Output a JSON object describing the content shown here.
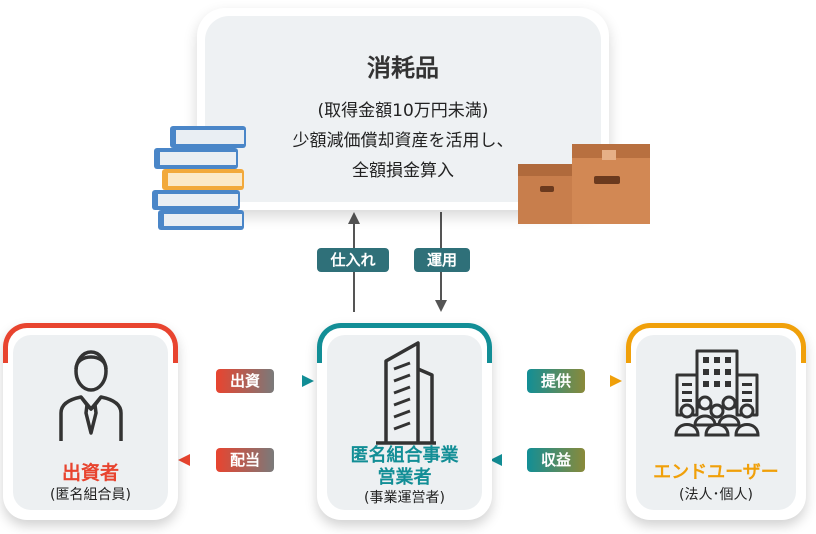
{
  "consumables": {
    "title": "消耗品",
    "lines": [
      "(取得金額10万円未満)",
      "少額減価償却資産を活用し、",
      "全額損金算入"
    ]
  },
  "flows": {
    "purchase": "仕入れ",
    "operation": "運用",
    "invest": "出資",
    "dividend": "配当",
    "provide": "提供",
    "revenue": "収益"
  },
  "investor": {
    "title": "出資者",
    "subtitle": "(匿名組合員)"
  },
  "operator": {
    "title_line1": "匿名組合事業",
    "title_line2": "営業者",
    "subtitle": "(事業運営者)"
  },
  "enduser": {
    "title": "エンドユーザー",
    "subtitle": "(法人･個人)"
  },
  "colors": {
    "investor": "#e8442f",
    "operator": "#128e96",
    "enduser": "#f0a00a",
    "teal_dark": "#2f7079"
  }
}
